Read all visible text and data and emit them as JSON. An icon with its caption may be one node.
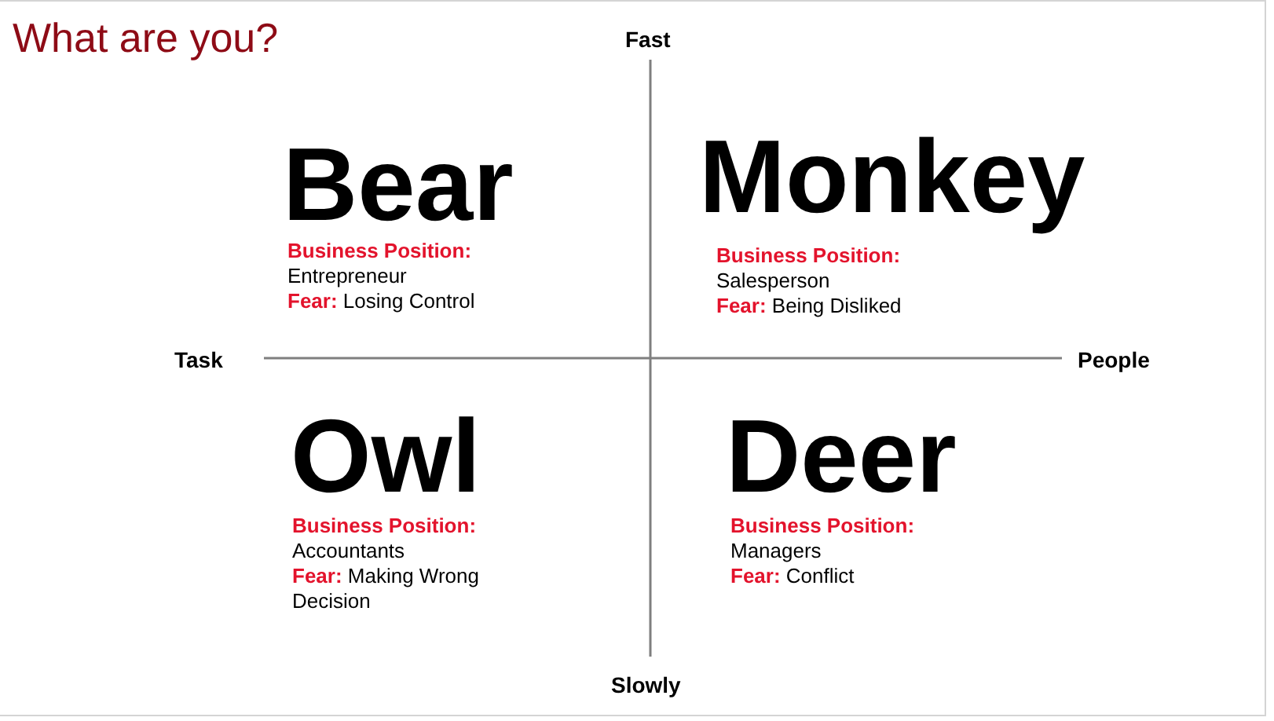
{
  "diagram": {
    "title": "What are you?",
    "labels": [
      "Fast",
      "Bear",
      "Business Position:",
      "Entrepreneur",
      "**Fear:** Losing Control",
      "Monkey",
      "Business Position:",
      "Salesperson",
      "**Fear:** Being Disliked",
      "Task",
      "People",
      "Owl",
      "Business Position:",
      "Accountants",
      "**Fear:** Making Wrong Decision",
      "Deer",
      "Business Position:",
      "Managers",
      "**Fear:** Conflict",
      "Slowly"
    ]
  }
}
